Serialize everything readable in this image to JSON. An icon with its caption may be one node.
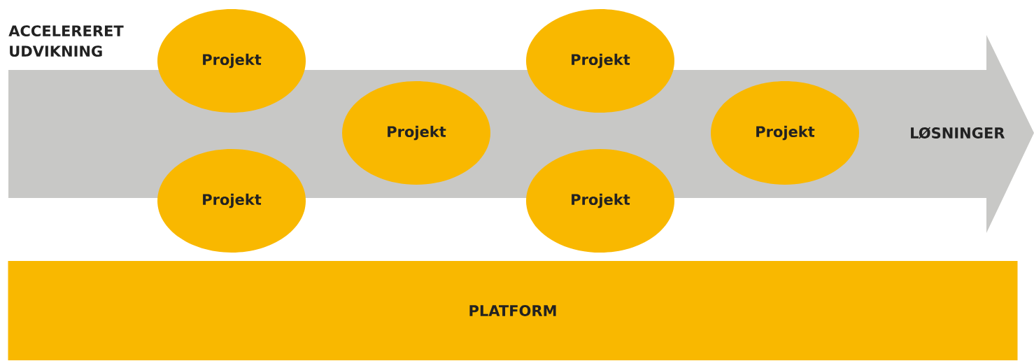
{
  "diagram": {
    "nodes": [
      {
        "text": [
          "ACCELERERET UDVIKNING",
          "LØSNINGER"
        ]
      },
      {
        "text": [
          "Projekt"
        ]
      },
      {
        "text": [
          "Projekt"
        ]
      },
      {
        "text": [
          "Projekt"
        ],
        "in": 0
      },
      {
        "text": [
          "Projekt"
        ]
      },
      {
        "text": [
          "Projekt"
        ]
      },
      {
        "text": [
          "Projekt"
        ],
        "in": 0
      },
      {
        "text": [
          "PLATFORM"
        ]
      }
    ]
  }
}
